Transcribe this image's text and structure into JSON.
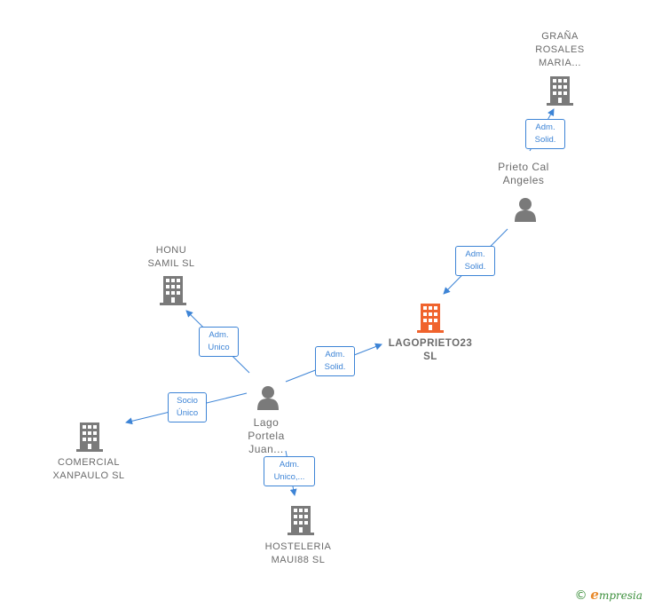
{
  "nodes": {
    "grana": {
      "label": "GRAÑA\nROSALES\nMARIA...",
      "type": "company",
      "color": "#7a7a7a"
    },
    "prieto": {
      "label": "Prieto Cal\nAngeles",
      "type": "person",
      "color": "#7a7a7a"
    },
    "honu": {
      "label": "HONU\nSAMIL  SL",
      "type": "company",
      "color": "#7a7a7a"
    },
    "lagoprieto": {
      "label": "LAGOPRIETO23\nSL",
      "type": "company",
      "color": "#f0632d"
    },
    "lago": {
      "label": "Lago\nPortela\nJuan...",
      "type": "person",
      "color": "#7a7a7a"
    },
    "comercial": {
      "label": "COMERCIAL\nXANPAULO  SL",
      "type": "company",
      "color": "#7a7a7a"
    },
    "hosteleria": {
      "label": "HOSTELERIA\nMAUI88  SL",
      "type": "company",
      "color": "#7a7a7a"
    }
  },
  "edges": {
    "prieto_grana": {
      "label": "Adm.\nSolid."
    },
    "prieto_lagoprieto": {
      "label": "Adm.\nSolid."
    },
    "lago_honu": {
      "label": "Adm.\nUnico"
    },
    "lago_lagoprieto": {
      "label": "Adm.\nSolid."
    },
    "lago_comercial": {
      "label": "Socio\nÚnico"
    },
    "lago_hosteleria": {
      "label": "Adm.\nUnico,..."
    }
  },
  "colors": {
    "edge": "#3d84d6",
    "focus": "#f0632d",
    "node": "#7a7a7a"
  },
  "footer": {
    "copyright": "©",
    "brand_e": "e",
    "brand_rest": "mpresia"
  }
}
